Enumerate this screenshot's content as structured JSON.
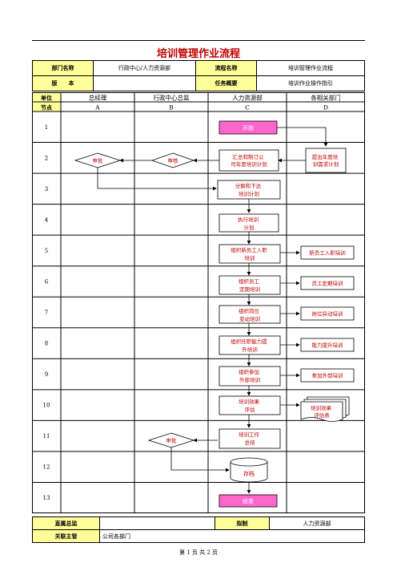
{
  "title": "培训管理作业流程",
  "info": {
    "dept_label": "部门名称",
    "dept_value": "行政中心/人力资源部",
    "flow_label": "流程名称",
    "flow_value": "培训管理作业流程",
    "version_label": "版　　本",
    "version_value": "",
    "task_label": "任务概要",
    "task_value": "培训作业操作指引"
  },
  "columns": {
    "unit_label": "单位",
    "node_label": "节点",
    "units": [
      "总经理",
      "行政中心总监",
      "人力资源部",
      "各相关部门"
    ],
    "nodes": [
      "A",
      "B",
      "C",
      "D"
    ]
  },
  "rows": [
    "1",
    "2",
    "3",
    "4",
    "5",
    "6",
    "7",
    "8",
    "9",
    "10",
    "11",
    "12",
    "13"
  ],
  "shapes": {
    "start": "开始",
    "summarize": "汇总和制订公司年度培训计划",
    "dept_needs": "提出年度培训需求计划",
    "review_b": "审核",
    "approve_a": "审批",
    "decompose": "分解和下达培训计划",
    "execute": "执行培训计划",
    "new_staff": "组织新员工入职培训",
    "new_staff_d": "新员工入职培训",
    "regular": "组织员工定期培训",
    "regular_d": "员工定期培训",
    "transfer": "组织岗位变动培训",
    "transfer_d": "岗位异动培训",
    "ability": "组织任职能力提升培训",
    "ability_d": "能力提升培训",
    "external": "组织参加外部培训",
    "external_d": "参加外部培训",
    "evaluate": "培训效果评估",
    "eval_form": "培训效果评估表",
    "summary": "培训工作总结",
    "approve_b": "审批",
    "archive": "存档",
    "end": "结束"
  },
  "footer": {
    "supervisor_label": "直属总监",
    "supervisor_value": "",
    "drafter_label": "拟制",
    "drafter_value": "人力资源部",
    "related_label": "关联主管",
    "related_value": "公司各部门"
  },
  "page_footer": "第 1 页 共 2 页",
  "colors": {
    "title": "#c00000",
    "label_bg": "#ffff99",
    "start_end_fill": "#ff66cc"
  }
}
